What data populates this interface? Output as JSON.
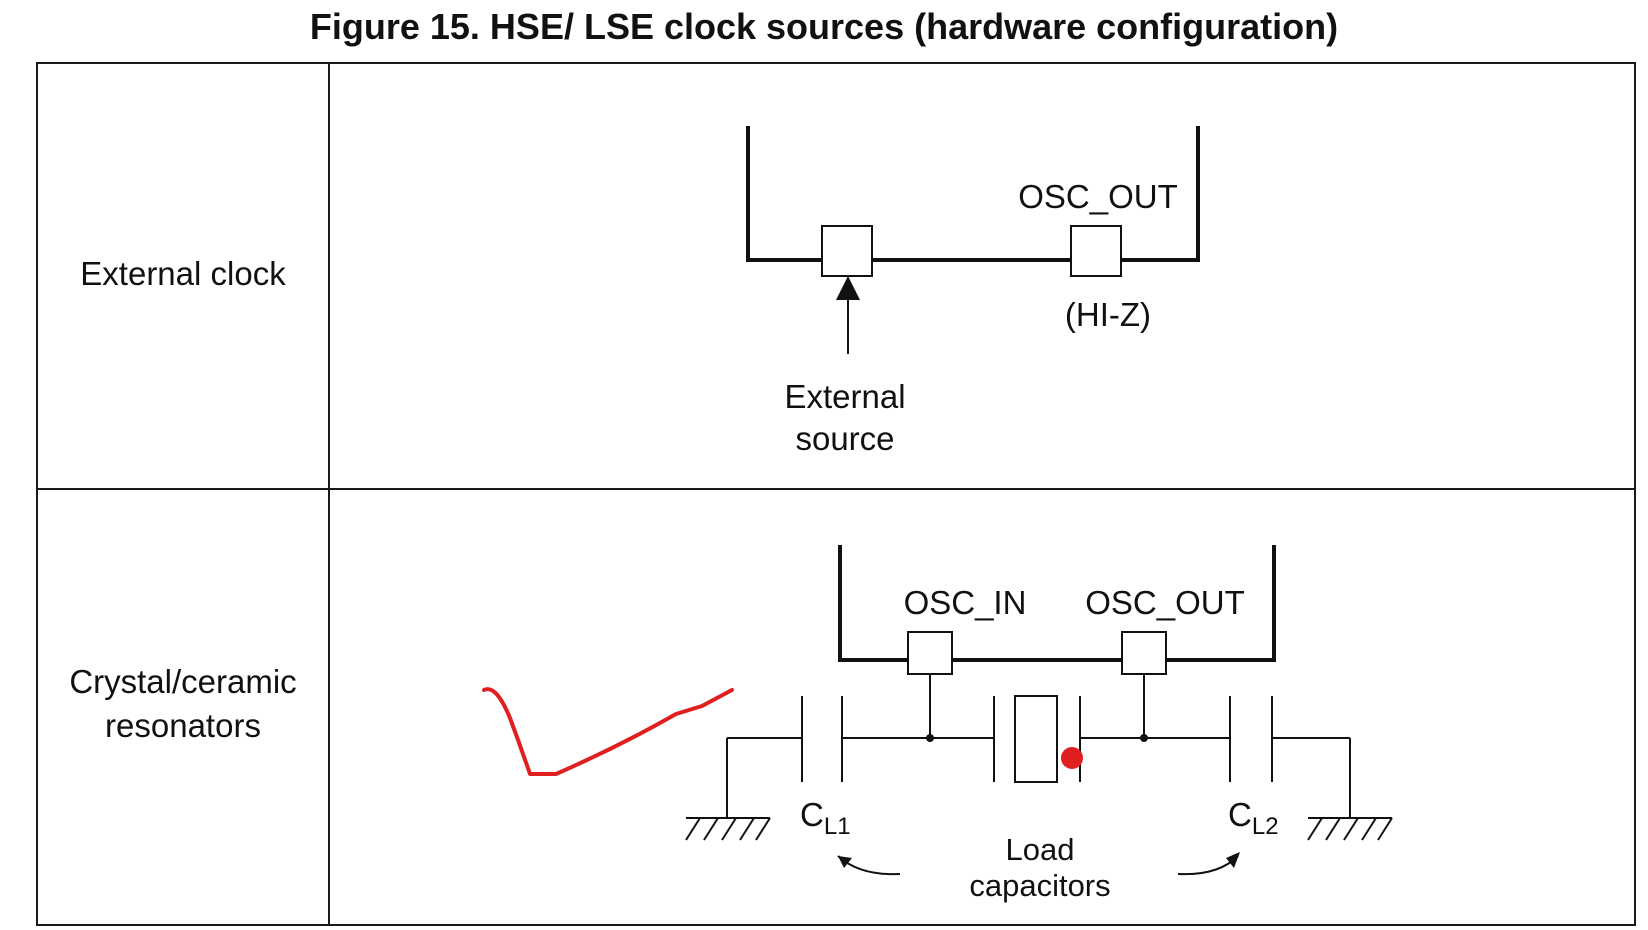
{
  "figure": {
    "title": "Figure 15. HSE/ LSE clock sources (hardware configuration)"
  },
  "rows": [
    {
      "label": "External clock",
      "pins": {
        "out_label": "OSC_OUT",
        "out_state": "(HI-Z)"
      },
      "source_label_line1": "External",
      "source_label_line2": "source"
    },
    {
      "label_line1": "Crystal/ceramic",
      "label_line2": "resonators",
      "pins": {
        "in_label": "OSC_IN",
        "out_label": "OSC_OUT"
      },
      "cap1": {
        "main": "C",
        "sub": "L1"
      },
      "cap2": {
        "main": "C",
        "sub": "L2"
      },
      "load_line1": "Load",
      "load_line2": "capacitors"
    }
  ],
  "annotations": {
    "ink_color": "#e02020"
  }
}
